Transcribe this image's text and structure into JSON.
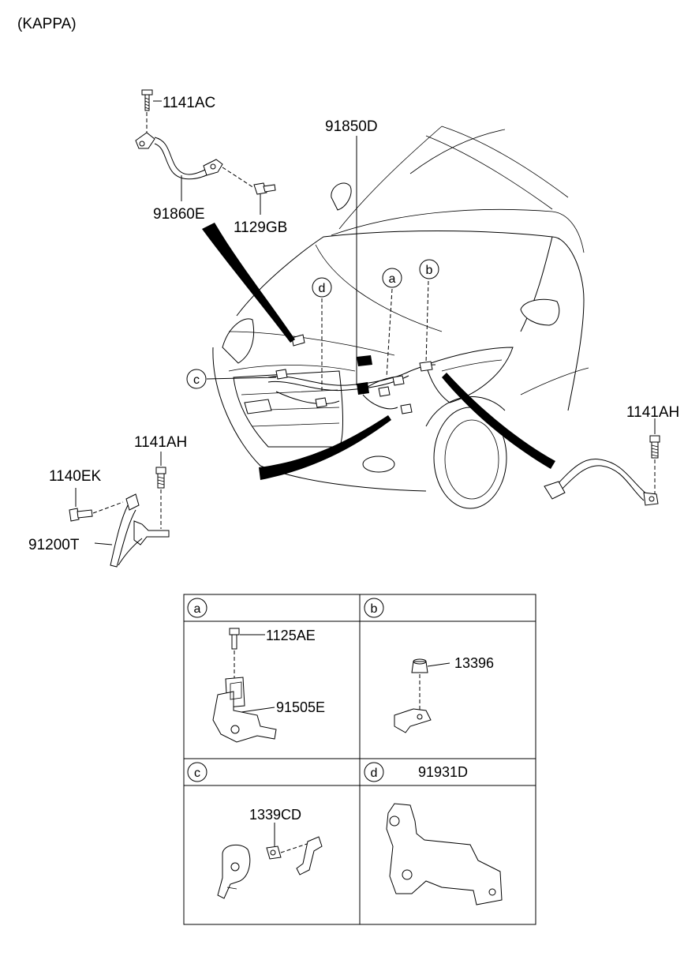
{
  "header": {
    "variant": "(KAPPA)"
  },
  "labels": {
    "p1141AC": "1141AC",
    "p91860E": "91860E",
    "p1129GB": "1129GB",
    "p91850D": "91850D",
    "p1141AH_left": "1141AH",
    "p1140EK": "1140EK",
    "p91200T": "91200T",
    "p1141AH_right": "1141AH"
  },
  "callouts": {
    "a": "a",
    "b": "b",
    "c": "c",
    "d": "d"
  },
  "detail_table": {
    "cells": [
      {
        "letter": "a",
        "title": "",
        "parts": [
          "1125AE",
          "91505E"
        ]
      },
      {
        "letter": "b",
        "title": "",
        "parts": [
          "13396"
        ]
      },
      {
        "letter": "c",
        "title": "",
        "parts": [
          "1339CD"
        ]
      },
      {
        "letter": "d",
        "title": "91931D",
        "parts": []
      }
    ]
  }
}
